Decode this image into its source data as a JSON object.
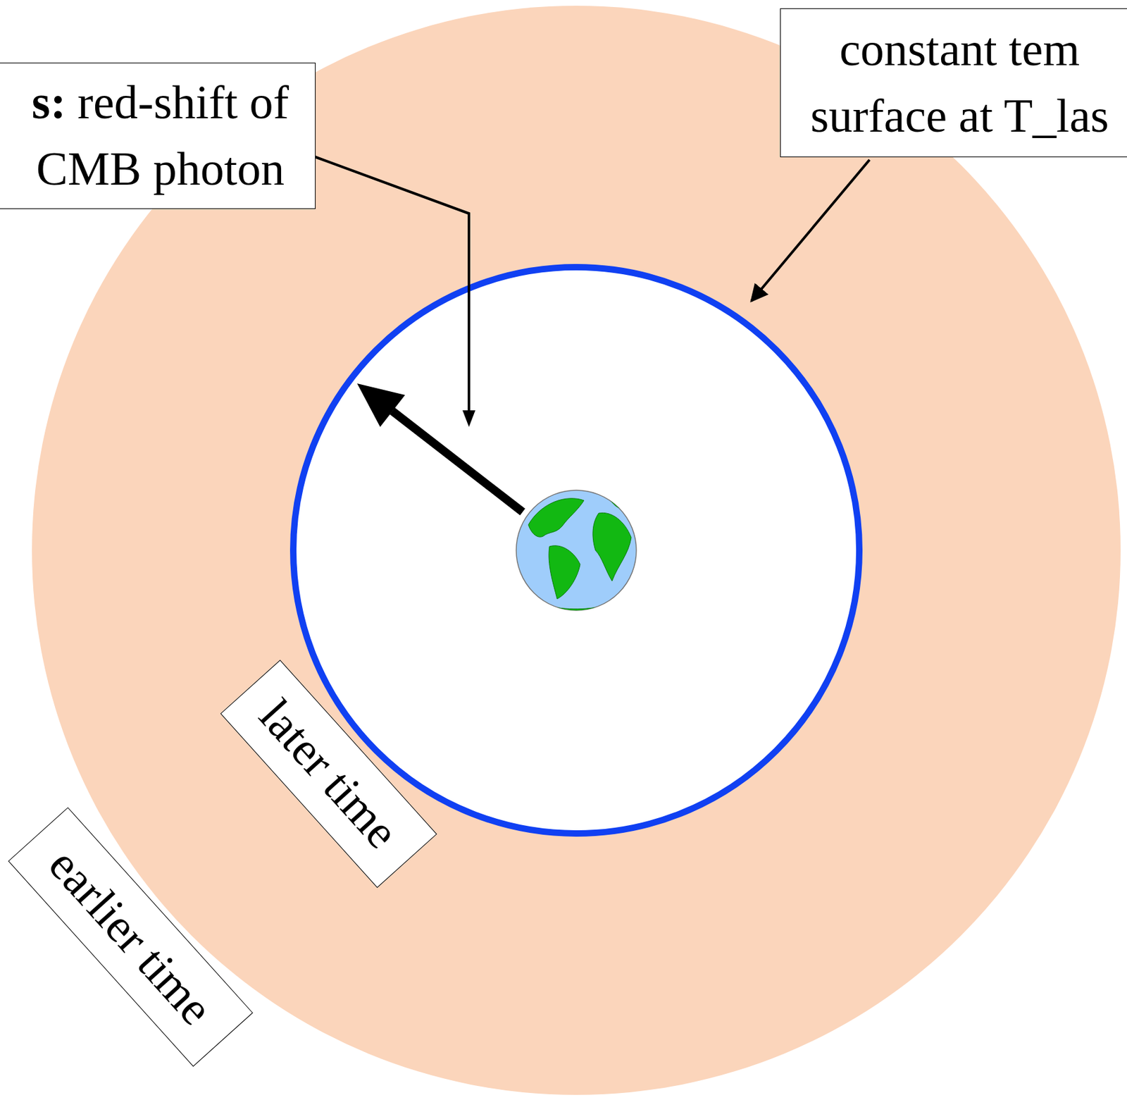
{
  "diagram": {
    "nodes": [
      {
        "text": [
          "s:",
          "red-shift of CMB photon"
        ]
      },
      {
        "text": [
          "constant tem surface at T_las"
        ]
      },
      {
        "text": [
          "later time"
        ]
      },
      {
        "text": [
          "earlier time"
        ]
      }
    ]
  }
}
